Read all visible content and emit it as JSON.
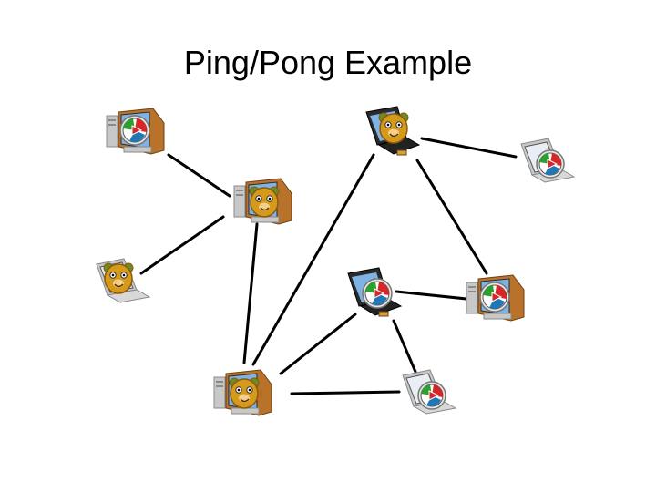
{
  "slide": {
    "title": "Ping/Pong Example"
  },
  "colors": {
    "edge": "#000000",
    "monitor_frame": "#2a2a2a",
    "screen_blue": "#1f5fb0",
    "screen_sky": "#7fb2e5",
    "bear_fur": "#d69a1a",
    "bear_fur_dark": "#8a5a10",
    "bear_ear": "#6b8e23",
    "logo_red": "#d62728",
    "logo_green": "#2ca02c",
    "logo_blue": "#1f77b4",
    "logo_white": "#ffffff",
    "device_gray": "#c8c8c8",
    "device_gray_dark": "#8a8a8a"
  },
  "nodes": [
    {
      "id": "n1",
      "device": "desktop",
      "icon": "network-logo"
    },
    {
      "id": "n2",
      "device": "desktop",
      "icon": "bear"
    },
    {
      "id": "n3",
      "device": "laptop",
      "icon": "bear"
    },
    {
      "id": "n4",
      "device": "desktop",
      "icon": "bear"
    },
    {
      "id": "n5",
      "device": "tablet",
      "icon": "bear"
    },
    {
      "id": "n6",
      "device": "laptop",
      "icon": "network-logo"
    },
    {
      "id": "n7",
      "device": "tablet",
      "icon": "network-logo"
    },
    {
      "id": "n8",
      "device": "desktop",
      "icon": "network-logo"
    },
    {
      "id": "n9",
      "device": "laptop",
      "icon": "network-logo"
    }
  ],
  "edges": [
    {
      "from": "n1",
      "to": "n2"
    },
    {
      "from": "n2",
      "to": "n3"
    },
    {
      "from": "n2",
      "to": "n4"
    },
    {
      "from": "n5",
      "to": "n4"
    },
    {
      "from": "n5",
      "to": "n6"
    },
    {
      "from": "n5",
      "to": "n8"
    },
    {
      "from": "n7",
      "to": "n4"
    },
    {
      "from": "n7",
      "to": "n8"
    },
    {
      "from": "n7",
      "to": "n9"
    },
    {
      "from": "n4",
      "to": "n9"
    }
  ]
}
